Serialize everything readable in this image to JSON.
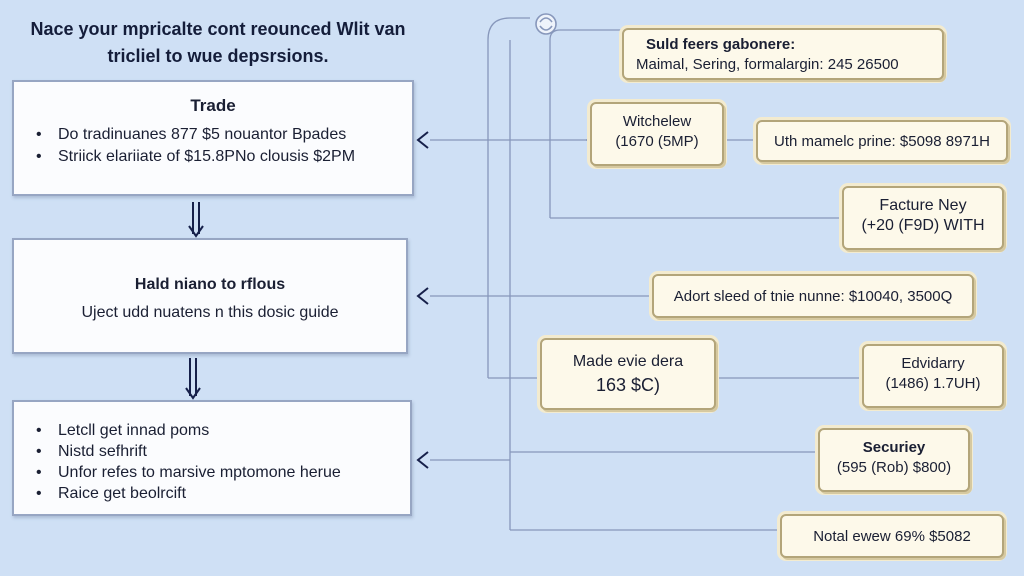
{
  "header": {
    "line1": "Nace your mpricalte cont reounced Wlit van",
    "line2": "tricliel to wue depsrsions."
  },
  "panels": {
    "trade": {
      "title": "Trade",
      "bullets": [
        "Do tradinuanes 877 $5 nouantor Bpades",
        "Striick elariiate of $15.8PNo clousis $2PM"
      ]
    },
    "middle": {
      "title": "Hald niano to rflous",
      "description": "Uject udd nuatens n this dosic guide"
    },
    "bottom": {
      "bullets": [
        "Letcll get innad poms",
        "Nistd sefhrift",
        "Unfor refes to marsive mptomone herue",
        "Raice get beolrcift"
      ]
    }
  },
  "cards": {
    "sold_fees": {
      "line1": "Suld feers gabonere:",
      "line2": "Maimal, Sering, formalargin: 245 26500"
    },
    "withdraw": {
      "line1": "Witchelew",
      "line2": "(1670 (5MP)"
    },
    "uth_price": {
      "line1": "Uth mamelc prine: $5098 8971H"
    },
    "feature": {
      "line1": "Facture Ney",
      "line2": "(+20 (F9D) WITH"
    },
    "adort": {
      "line1": "Adort sleed of tnie nunne: $10040, 3500Q"
    },
    "made": {
      "line1": "Made evie dera",
      "line2": "163 $C)"
    },
    "delivery": {
      "line1": "Edvidarry",
      "line2": "(1486) 1.7UH)"
    },
    "security": {
      "line1": "Securiey",
      "line2": "(595 (Rob) $800)"
    },
    "notal": {
      "line1": "Notal ewew 69% $5082"
    }
  },
  "icons": {
    "top_connector": "refresh-arrows-icon"
  },
  "colors": {
    "background": "#cfe0f5",
    "line": "#7f8fb3",
    "arrow": "#16204a",
    "card_border": "#b3a57a"
  }
}
